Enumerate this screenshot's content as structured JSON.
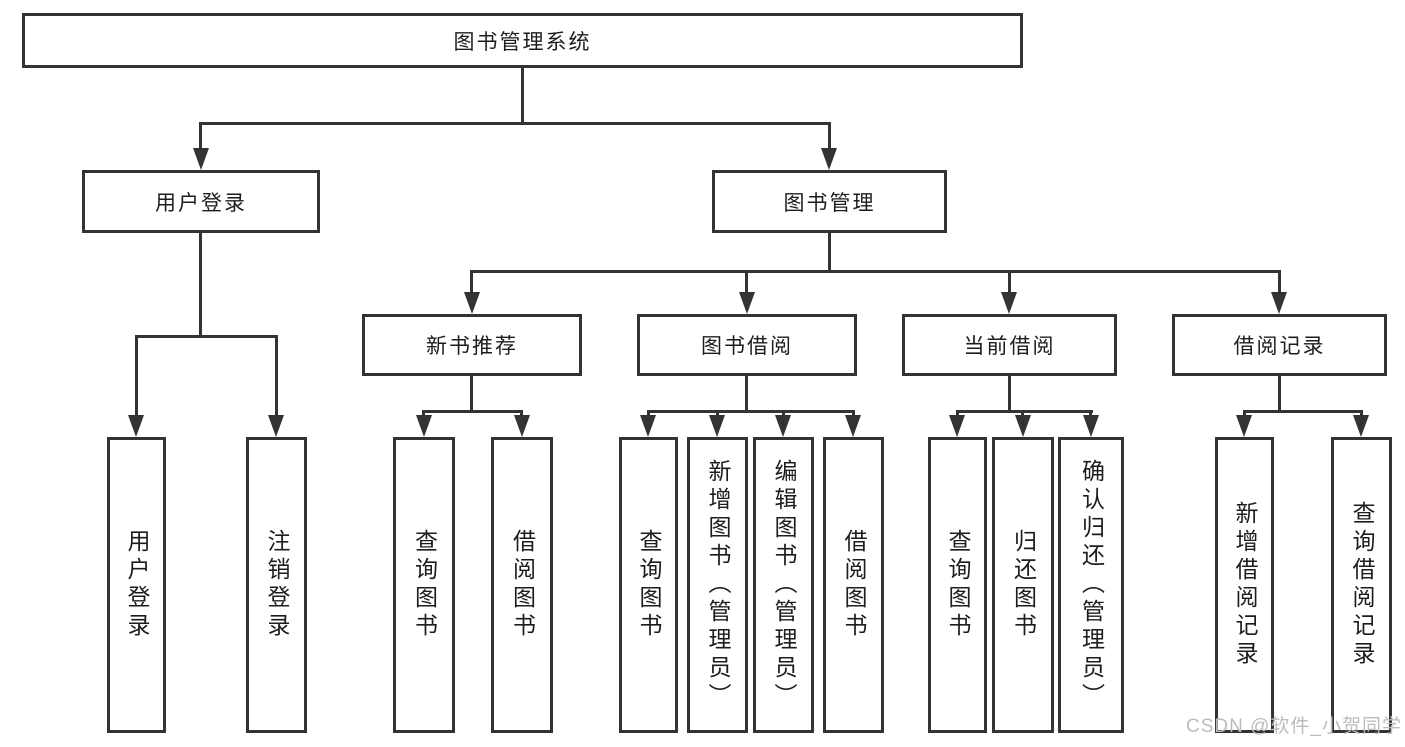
{
  "diagram": {
    "title": "图书管理系统",
    "level2": {
      "user_login": "用户登录",
      "book_management": "图书管理"
    },
    "level3": {
      "new_book_recommend": "新书推荐",
      "book_borrowing": "图书借阅",
      "current_borrowing": "当前借阅",
      "borrowing_records": "借阅记录"
    },
    "leaves": {
      "user_login": "用户登录",
      "logout": "注销登录",
      "recommend_query_books": "查询图书",
      "recommend_borrow_books": "借阅图书",
      "borrowing_query_books": "查询图书",
      "borrowing_add_books": "新增图书（管理员）",
      "borrowing_edit_books": "编辑图书（管理员）",
      "borrowing_borrow_books": "借阅图书",
      "current_query_books": "查询图书",
      "current_return_books": "归还图书",
      "current_confirm_return": "确认归还（管理员）",
      "records_add_record": "新增借阅记录",
      "records_query_record": "查询借阅记录"
    },
    "watermark": "CSDN @软件_小贺同学",
    "colors": {
      "line": "#333333",
      "text": "#1d1d1d",
      "watermark": "#bcbcbc",
      "background": "#ffffff"
    }
  }
}
